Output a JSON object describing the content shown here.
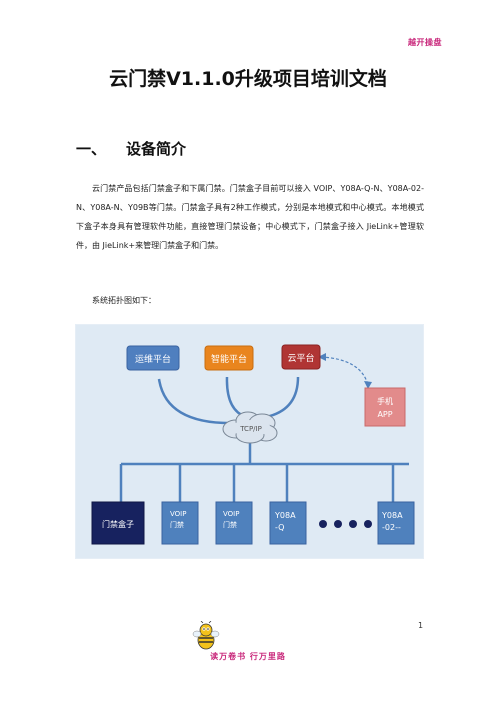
{
  "header": {
    "brand": "越开操盘"
  },
  "document": {
    "title": "云门禁V1.1.0升级项目培训文档",
    "section": {
      "number": "一、",
      "title": "设备简介"
    },
    "paragraphs": [
      "云门禁产品包括门禁盒子和下属门禁。门禁盒子目前可以接入 VOIP、Y08A-Q-N、Y08A-02-N、Y08A-N、Y09B等门禁。门禁盒子具有2种工作模式，分别是本地模式和中心模式。本地模式下盒子本身具有管理软件功能，直接管理门禁设备；中心模式下，门禁盒子接入 JieLink+管理软件，由 JieLink+来管理门禁盒子和门禁。",
      "系统拓扑图如下："
    ]
  },
  "diagram": {
    "platforms": [
      "运维平台",
      "智能平台",
      "云平台"
    ],
    "cloud_label": "TCP/IP",
    "phone_app": [
      "手机",
      "APP"
    ],
    "devices": [
      {
        "lines": [
          "门禁盒子"
        ]
      },
      {
        "lines": [
          "VOIP",
          "门禁"
        ]
      },
      {
        "lines": [
          "VOIP",
          "门禁"
        ]
      },
      {
        "lines": [
          "Y08A",
          "-Q"
        ]
      },
      {
        "lines": [
          "Y08A",
          "-02--"
        ]
      }
    ],
    "colors": {
      "platform_1": "#4f7fbf",
      "platform_2": "#e9851e",
      "platform_3": "#b03534",
      "phone": "#e28b8b",
      "device_dark": "#17225f",
      "device": "#4f81bd",
      "link": "#4f81bd",
      "background": "#dfeaf4"
    }
  },
  "footer": {
    "page_number": "1",
    "slogan": "读万卷书 行万里路"
  }
}
